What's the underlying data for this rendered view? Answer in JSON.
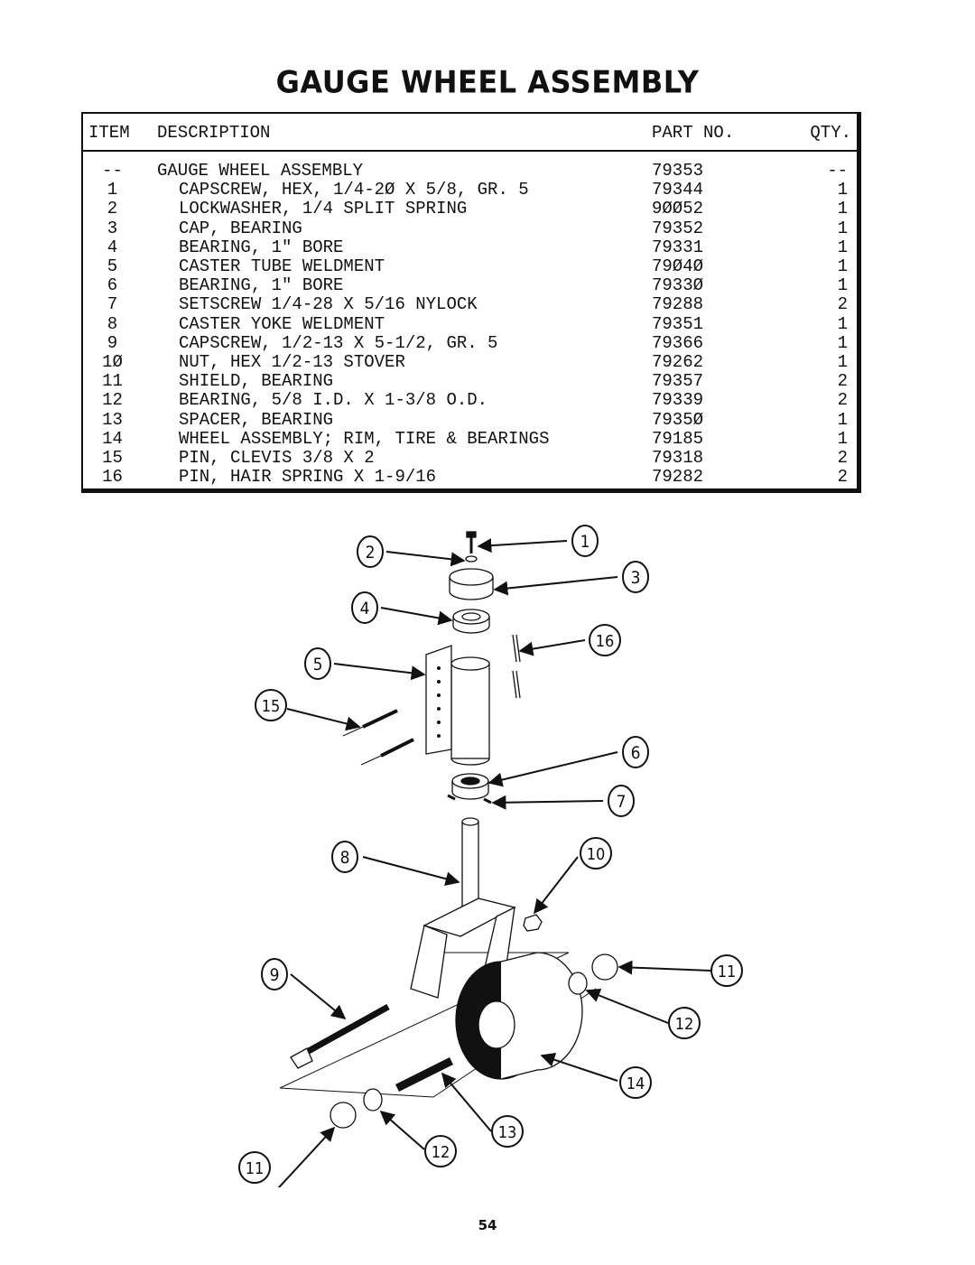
{
  "title": "GAUGE WHEEL ASSEMBLY",
  "table": {
    "headers": {
      "item": "ITEM",
      "description": "DESCRIPTION",
      "part_no": "PART NO.",
      "qty": "QTY."
    },
    "rows": [
      {
        "item": "--",
        "description": "GAUGE WHEEL ASSEMBLY",
        "part_no": "79353",
        "qty": "--",
        "indent": false
      },
      {
        "item": "1",
        "description": "CAPSCREW, HEX, 1/4-2Ø X 5/8, GR. 5",
        "part_no": "79344",
        "qty": "1",
        "indent": true
      },
      {
        "item": "2",
        "description": "LOCKWASHER, 1/4 SPLIT SPRING",
        "part_no": "9ØØ52",
        "qty": "1",
        "indent": true
      },
      {
        "item": "3",
        "description": "CAP, BEARING",
        "part_no": "79352",
        "qty": "1",
        "indent": true
      },
      {
        "item": "4",
        "description": "BEARING, 1\" BORE",
        "part_no": "79331",
        "qty": "1",
        "indent": true
      },
      {
        "item": "5",
        "description": "CASTER TUBE WELDMENT",
        "part_no": "79Ø4Ø",
        "qty": "1",
        "indent": true
      },
      {
        "item": "6",
        "description": "BEARING, 1\" BORE",
        "part_no": "7933Ø",
        "qty": "1",
        "indent": true
      },
      {
        "item": "7",
        "description": "SETSCREW 1/4-28 X 5/16 NYLOCK",
        "part_no": "79288",
        "qty": "2",
        "indent": true
      },
      {
        "item": "8",
        "description": "CASTER YOKE WELDMENT",
        "part_no": "79351",
        "qty": "1",
        "indent": true
      },
      {
        "item": "9",
        "description": "CAPSCREW, 1/2-13 X 5-1/2, GR. 5",
        "part_no": "79366",
        "qty": "1",
        "indent": true
      },
      {
        "item": "1Ø",
        "description": "NUT, HEX 1/2-13 STOVER",
        "part_no": "79262",
        "qty": "1",
        "indent": true
      },
      {
        "item": "11",
        "description": "SHIELD, BEARING",
        "part_no": "79357",
        "qty": "2",
        "indent": true
      },
      {
        "item": "12",
        "description": "BEARING, 5/8 I.D. X 1-3/8 O.D.",
        "part_no": "79339",
        "qty": "2",
        "indent": true
      },
      {
        "item": "13",
        "description": "SPACER, BEARING",
        "part_no": "7935Ø",
        "qty": "1",
        "indent": true
      },
      {
        "item": "14",
        "description": "WHEEL ASSEMBLY; RIM, TIRE & BEARINGS",
        "part_no": "79185",
        "qty": "1",
        "indent": true
      },
      {
        "item": "15",
        "description": "PIN, CLEVIS 3/8 X 2",
        "part_no": "79318",
        "qty": "2",
        "indent": true
      },
      {
        "item": "16",
        "description": "PIN, HAIR SPRING X 1-9/16",
        "part_no": "79282",
        "qty": "2",
        "indent": true
      }
    ]
  },
  "diagram": {
    "callouts": [
      "1",
      "2",
      "3",
      "4",
      "16",
      "5",
      "15",
      "6",
      "7",
      "8",
      "10",
      "9",
      "11",
      "12",
      "14",
      "13",
      "12",
      "11"
    ]
  },
  "page_number": "54"
}
